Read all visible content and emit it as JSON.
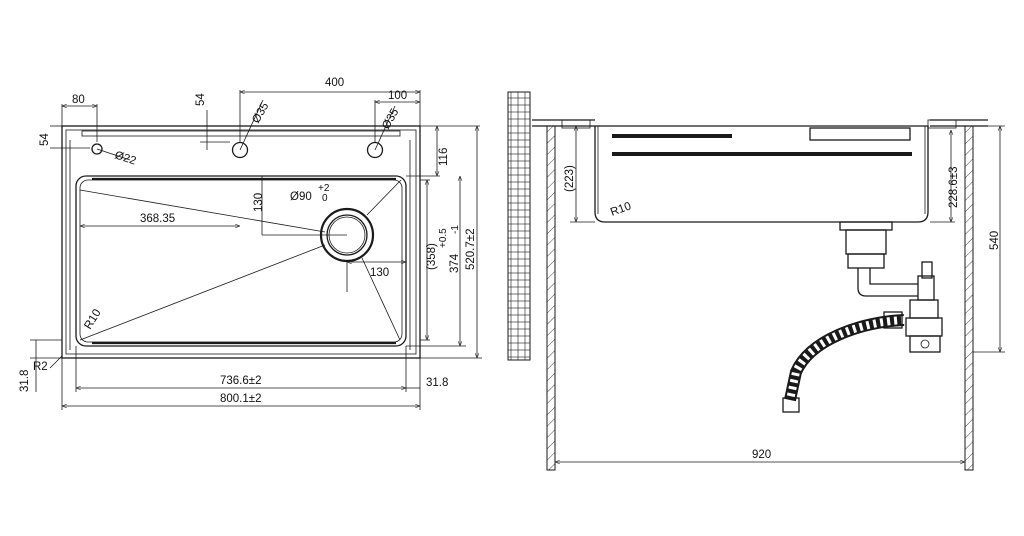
{
  "top_view": {
    "dim_400": "400",
    "dim_100": "100",
    "dim_80": "80",
    "dim_54_top": "54",
    "dim_54_left": "54",
    "dim_phi35_a": "Ø35",
    "dim_phi35_b": "Ø35",
    "dim_phi22": "Ø22",
    "dim_116": "116",
    "dim_130_v": "130",
    "dim_phi90": "Ø90",
    "dim_tol_plus2": "+2",
    "dim_tol_0": "0",
    "dim_368": "368.35",
    "dim_130_h": "130",
    "dim_358": "(358)",
    "dim_374": "374",
    "dim_374_tol_plus": "+0.5",
    "dim_374_tol_minus": "-1",
    "dim_520": "520.7±2",
    "dim_r10": "R10",
    "dim_r2": "R2",
    "dim_31_8_left": "31.8",
    "dim_31_8_right": "31.8",
    "dim_736": "736.6±2",
    "dim_800": "800.1±2"
  },
  "side_view": {
    "dim_223": "(223)",
    "dim_r10": "R10",
    "dim_228": "228.6±3",
    "dim_540": "540",
    "dim_920": "920"
  }
}
